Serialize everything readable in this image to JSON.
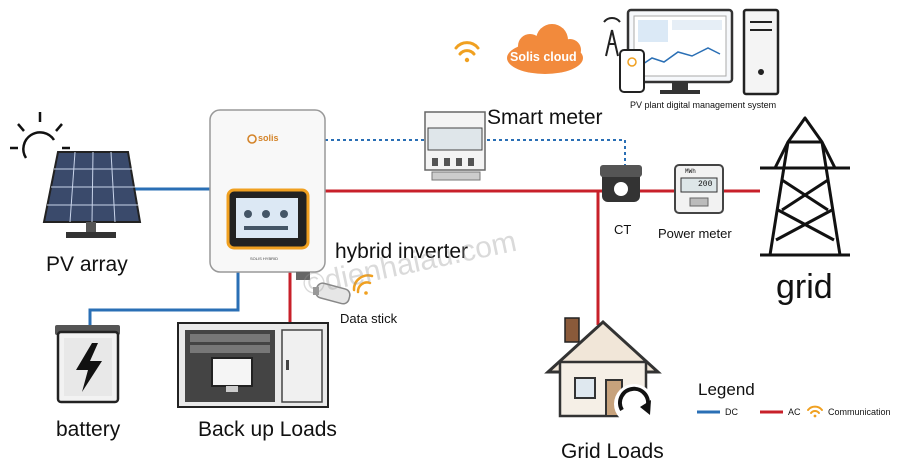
{
  "labels": {
    "pv_array": "PV array",
    "battery": "battery",
    "backup_loads": "Back up Loads",
    "hybrid_inverter": "hybrid inverter",
    "data_stick": "Data stick",
    "smart_meter": "Smart meter",
    "ct": "CT",
    "power_meter": "Power meter",
    "grid": "grid",
    "grid_loads": "Grid Loads",
    "solis_cloud": "Solis cloud",
    "mgmt_system": "PV plant digital management system"
  },
  "inverter": {
    "brand": "solis",
    "model": "SOLIS HYBRID"
  },
  "power_meter_display": {
    "unit": "MWh",
    "reading": "200"
  },
  "legend": {
    "title": "Legend",
    "items": [
      {
        "label": "DC",
        "color": "#2a6fb5",
        "kind": "line"
      },
      {
        "label": "AC",
        "color": "#c8202a",
        "kind": "line"
      },
      {
        "label": "Communication",
        "color": "#f0a020",
        "kind": "wifi"
      }
    ]
  },
  "watermark": "©dienhaiau.com",
  "colors": {
    "dc": "#2a6fb5",
    "ac": "#c8202a",
    "communication": "#2a6fb5",
    "wifi": "#f0a020",
    "cloud": "#f28a3c"
  }
}
